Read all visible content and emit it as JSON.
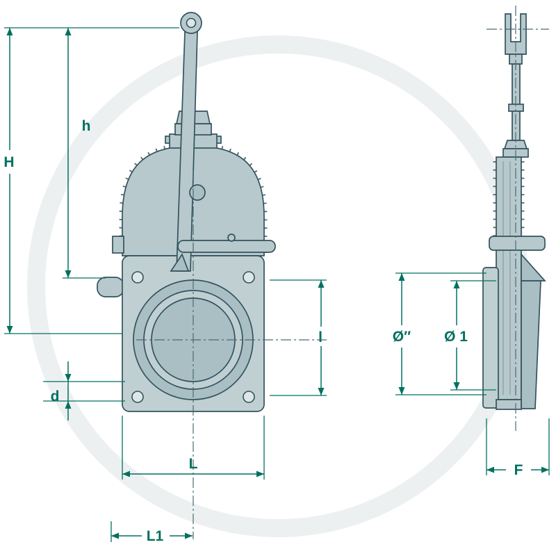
{
  "labels": {
    "H": "H",
    "h": "h",
    "d": "d",
    "l": "l",
    "L": "L",
    "L1": "L1",
    "dia_prime": "Ø″",
    "dia_1": "Ø 1",
    "F": "F"
  },
  "colors": {
    "dimension": "#007060",
    "outline": "#33525e",
    "body_fill": "#b7c9cc",
    "background": "#ffffff"
  }
}
